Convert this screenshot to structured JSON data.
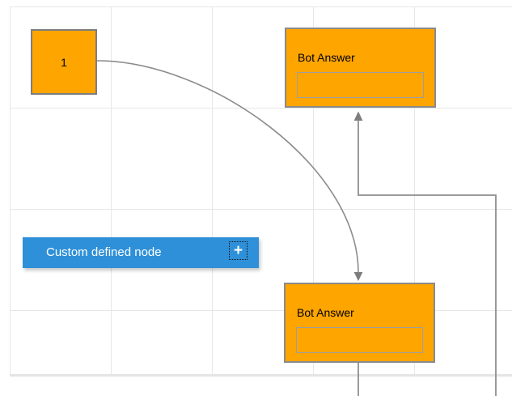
{
  "canvas": {
    "background": "#ffffff",
    "grid_color": "#e7e7e7",
    "page_border_color": "#e4e4e4",
    "node_fill": "#ffa500",
    "node_border": "#8a8a8a",
    "connector_color": "#8c8c8c",
    "arrowhead_color": "#7d7d7d",
    "accent_blue": "#2e90d8"
  },
  "nodes": {
    "square": {
      "label": "1"
    },
    "bot_answer_top": {
      "title": "Bot Answer"
    },
    "bot_answer_bottom": {
      "title": "Bot Answer"
    },
    "custom": {
      "label": "Custom defined node",
      "add_icon": "+"
    }
  }
}
